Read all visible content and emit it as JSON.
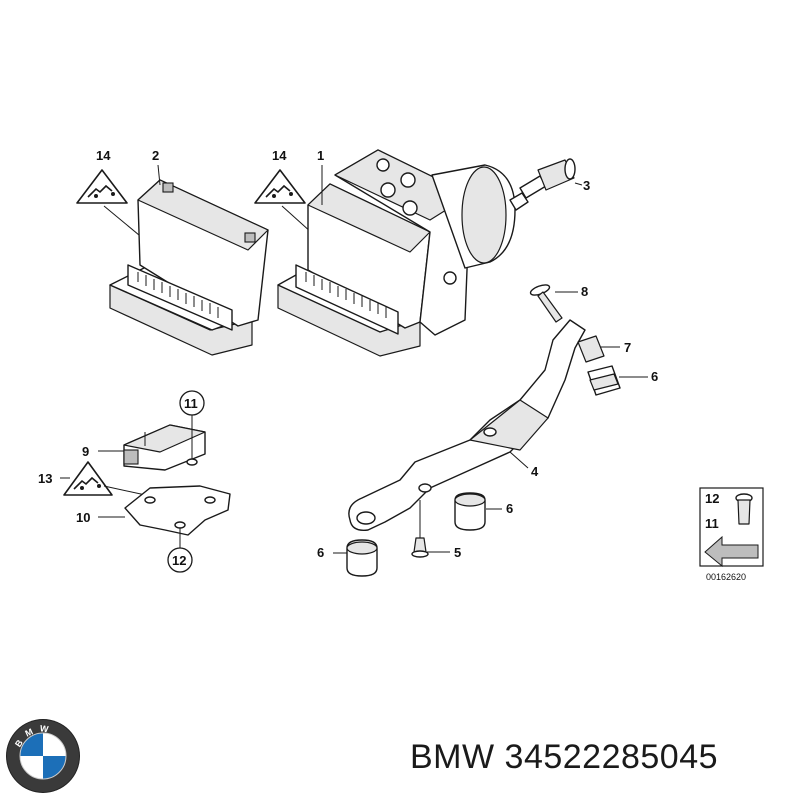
{
  "diagram": {
    "callouts": {
      "c1": "1",
      "c2": "2",
      "c3": "3",
      "c4": "4",
      "c5": "5",
      "c6a": "6",
      "c6b": "6",
      "c6c": "6",
      "c7": "7",
      "c8": "8",
      "c9": "9",
      "c10": "10",
      "c11": "11",
      "c12": "12",
      "c13": "13",
      "c14a": "14",
      "c14b": "14",
      "k12": "12",
      "k11": "11"
    },
    "legend_code": "00162620"
  },
  "logo": {
    "letters": "BMW"
  },
  "brand": {
    "text": "BMW 34522285045"
  }
}
